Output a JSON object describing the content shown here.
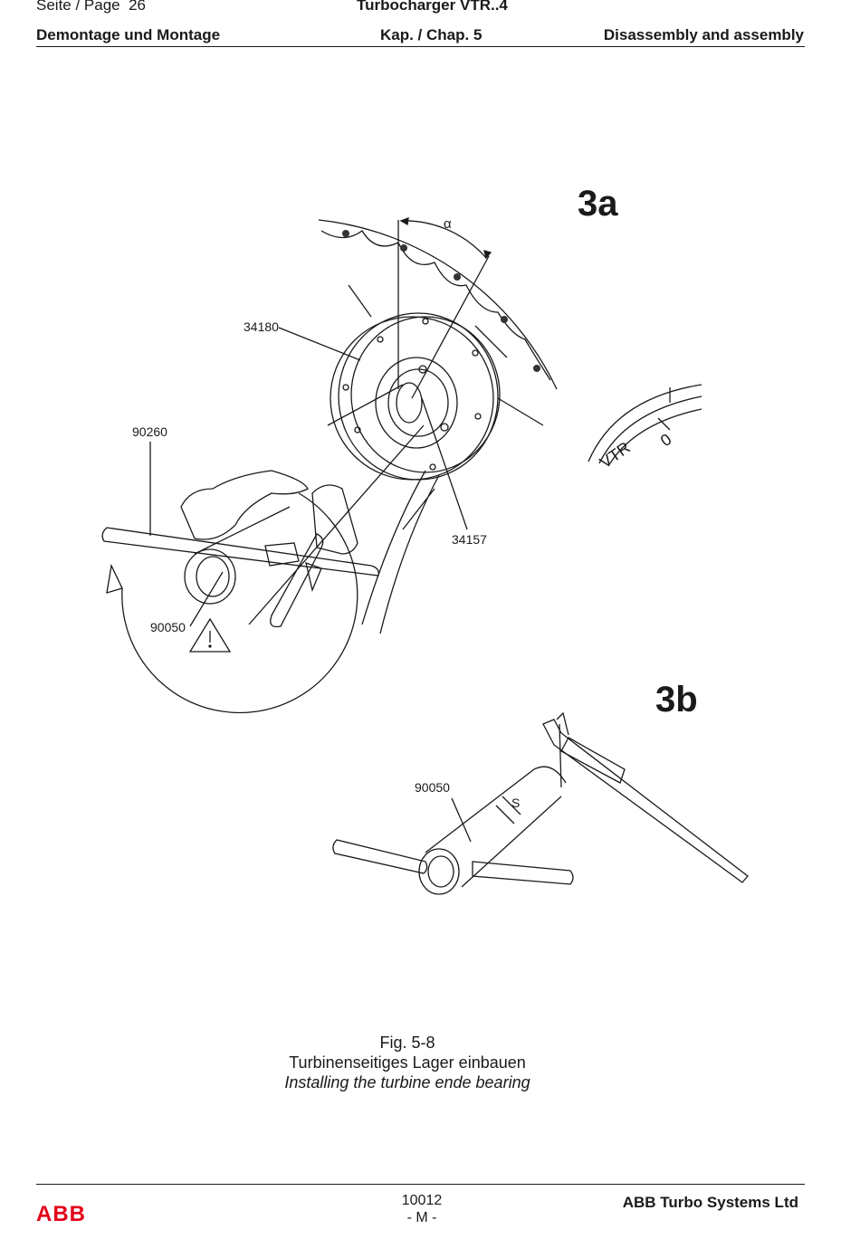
{
  "header": {
    "page_label": "Seite / Page",
    "page_number": "26",
    "product": "Turbocharger VTR..4",
    "section_de": "Demontage und Montage",
    "chapter": "Kap. / Chap. 5",
    "section_en": "Disassembly and assembly"
  },
  "figure": {
    "view_a": "3a",
    "view_b": "3b",
    "callouts": {
      "c34180": "34180",
      "c90260": "90260",
      "c34157": "34157",
      "c90050a": "90050",
      "c90050b": "90050"
    },
    "angle_symbol": "α",
    "detail_marks": {
      "vtr": "VTR",
      "zero": "0"
    },
    "gap_symbol": "S",
    "icons": [
      "warning-triangle-icon",
      "rotation-arrow-icon"
    ]
  },
  "caption": {
    "fig_no": "Fig. 5-8",
    "title_de": "Turbinenseitiges Lager einbauen",
    "title_en": "Installing the turbine ende bearing"
  },
  "footer": {
    "logo": "ABB",
    "doc_no": "10012",
    "doc_suffix": "- M -",
    "company": "ABB Turbo Systems Ltd",
    "logo_color": "#e2001a"
  }
}
